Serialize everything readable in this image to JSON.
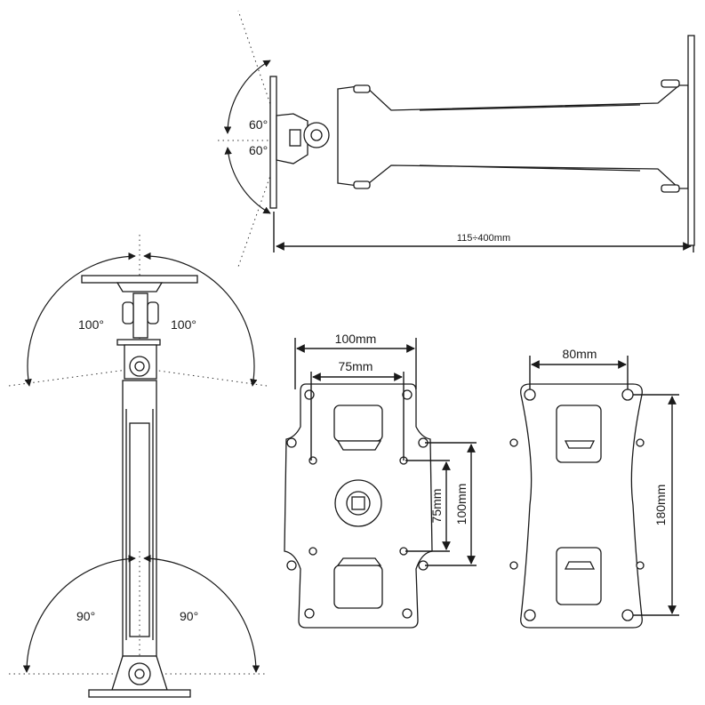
{
  "tilt_view": {
    "angle_up": "60°",
    "angle_down": "60°",
    "reach": "115÷400mm"
  },
  "swivel_view": {
    "head_left": "100°",
    "head_right": "100°",
    "base_left": "90°",
    "base_right": "90°"
  },
  "vesa_plate": {
    "width_outer": "100mm",
    "width_inner": "75mm",
    "height_inner": "75mm",
    "height_outer": "100mm"
  },
  "wall_plate": {
    "width": "80mm",
    "height": "180mm"
  }
}
